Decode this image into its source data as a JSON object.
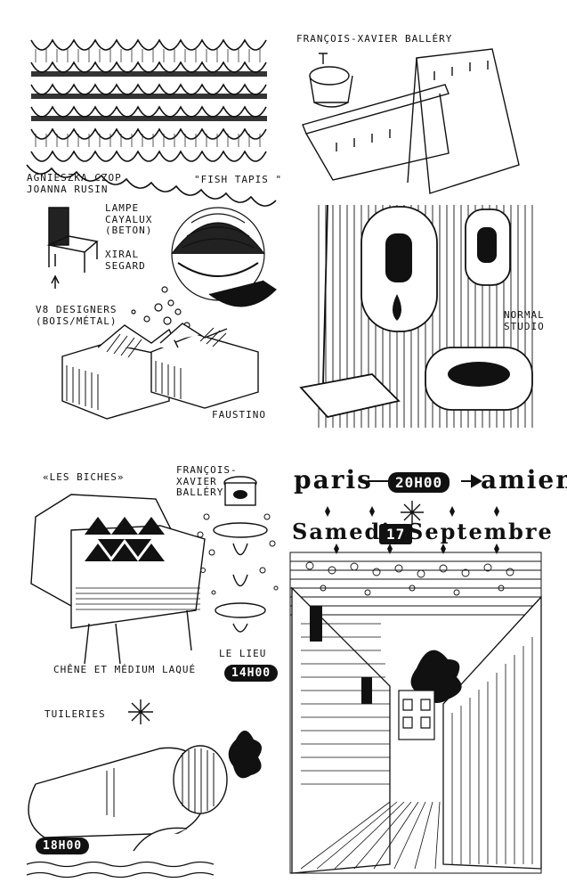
{
  "colors": {
    "ink": "#111111",
    "paper": "#ffffff"
  },
  "panels": {
    "top_left": {
      "designers": "AGNIESZKA CZOP\nJOANNA RUSIN",
      "work": "\"FISH TAPIS \"",
      "lamp": "LAMPE\nCAYALUX\n(BETON)",
      "lamp_designer": "XIRAL\nSEGARD",
      "v8": "V8 DESIGNERS\n(BOIS/MÉTAL)",
      "faustino": "FAUSTINO"
    },
    "top_right": {
      "designer": "FRANÇOIS-XAVIER BALLÉRY",
      "studio": "NORMAL\nSTUDIO"
    },
    "bottom_left": {
      "biches": "«LES BICHES»",
      "designer": "FRANÇOIS-\nXAVIER\nBALLÉRY",
      "material": "CHÊNE ET MÉDIUM LAQUÉ",
      "place": "LE LIEU",
      "time1": "14H00",
      "tuileries": "TUILERIES",
      "time2": "18H00"
    },
    "bottom_right": {
      "from": "paris",
      "time": "20H00",
      "to": "amiens",
      "day": "Samedi",
      "date": "17",
      "month": "Septembre",
      "icons": [
        "sparkle-icon",
        "star-icon"
      ]
    }
  }
}
